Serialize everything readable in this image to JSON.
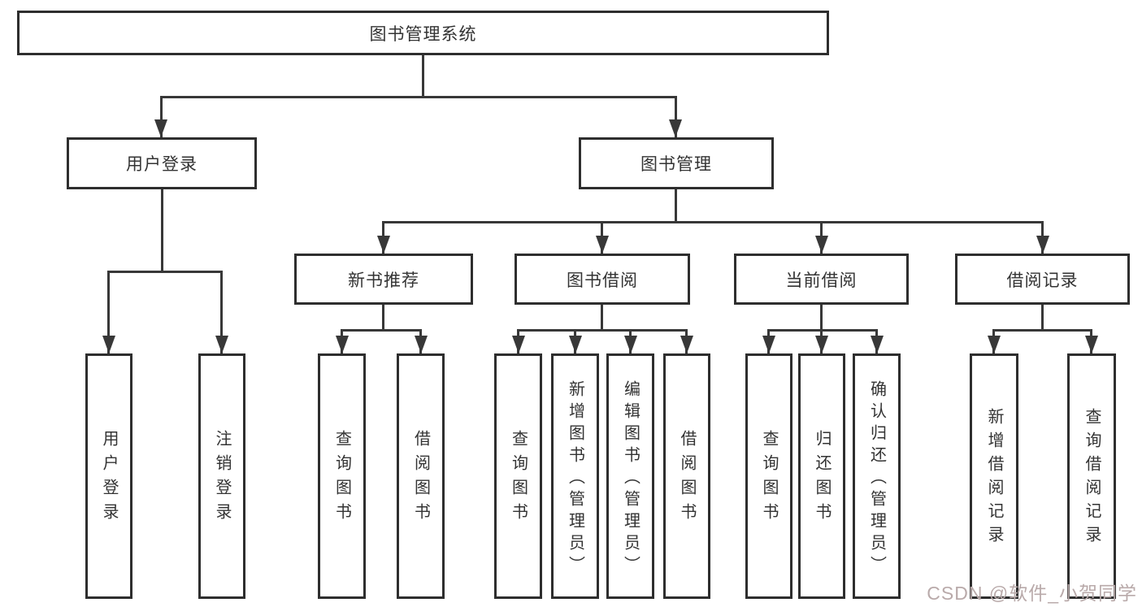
{
  "diagram": {
    "title": "图书管理系统",
    "root": {
      "label": "图书管理系统"
    },
    "level2": [
      {
        "label": "用户登录"
      },
      {
        "label": "图书管理"
      }
    ],
    "level3": [
      {
        "label": "新书推荐"
      },
      {
        "label": "图书借阅"
      },
      {
        "label": "当前借阅"
      },
      {
        "label": "借阅记录"
      }
    ],
    "leaves": {
      "user_login": [
        "用户登录",
        "注销登录"
      ],
      "new_books": [
        "查询图书",
        "借阅图书"
      ],
      "book_borrow": [
        "查询图书",
        "新增图书（管理员）",
        "编辑图书（管理员）",
        "借阅图书"
      ],
      "current_borrow": [
        "查询图书",
        "归还图书",
        "确认归还（管理员）"
      ],
      "borrow_records": [
        "新增借阅记录",
        "查询借阅记录"
      ]
    }
  },
  "watermark": {
    "text": "CSDN @软件_小贺同学"
  },
  "colors": {
    "line": "#383838",
    "border": "#2e2e2e",
    "text": "#333333",
    "watermark": "#b9aaaa",
    "background": "#ffffff"
  }
}
